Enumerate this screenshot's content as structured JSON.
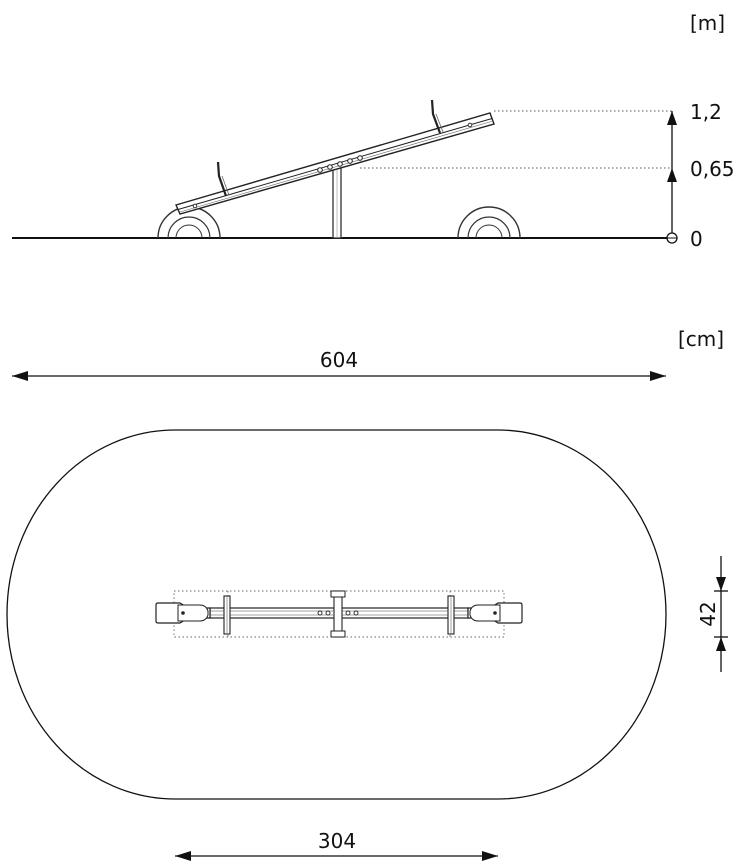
{
  "elevation": {
    "unit": "[m]",
    "levels": [
      "1,2",
      "0,65",
      "0"
    ]
  },
  "plan": {
    "unit": "[cm]",
    "overall_length": "604",
    "inner_length": "304",
    "width": "42"
  }
}
